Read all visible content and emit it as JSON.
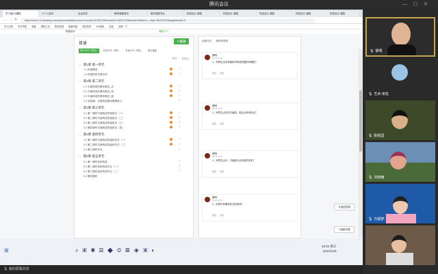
{
  "window": {
    "title": "腾讯会议"
  },
  "browser": {
    "tabs": [
      "学习通-MI课程",
      "0 个人空间",
      "后台任务",
      "教师课程首页",
      "教学课堂专业",
      "构成设计-课程",
      "构成设计-课程",
      "构成设计-课程",
      "构成设计-课程",
      "构成设计-课程"
    ],
    "url": "https://mooc1-1.chaoxing.com/mycourse/teachercourse?moocId=227637428courseid=218037128clazzid=818&enc=...&cpi=181375127&pageHeader=0",
    "bookmarks": [
      "学习记录",
      "学术导航",
      "超星",
      "课程工具",
      "教师发展",
      "超星网盘",
      "网站导航",
      "360搜索",
      "百度",
      "百度一下"
    ]
  },
  "page": {
    "header_left": "构成设计",
    "header_right": "课程门户"
  },
  "directory": {
    "title": "目录",
    "edit_label": "编辑",
    "tabs": [
      "导入2019（学生）",
      "平台2019（学生...",
      "平台2019（学生...",
      "默认班级"
    ],
    "col_headers": [
      "章节",
      "任务点"
    ],
    "units": [
      {
        "title": "第1章 第一单元",
        "sections": [
          "1.1  构成概述",
          "1.2  构成的形式美法则"
        ]
      },
      {
        "title": "第2章 第二单元",
        "sections": [
          "2.1  平面构成的基本概念_点",
          "2.2  平面构成的基本概念_线",
          "2.3  平面构成的基本概念_面",
          "2.4  实验课：平面构成基本要素练习"
        ]
      },
      {
        "title": "第3章 第三单元",
        "sections": [
          "3.1  第一课时平面构成的造型法（一）",
          "3.2  第二课时平面构成的造型法（二）",
          "3.3  第三课时平面构成的造型法（三）",
          "3.4  第四课时平面构成的造型法（四）"
        ]
      },
      {
        "title": "第4章 第四单元",
        "sections": [
          "4.1  第一课时平面构成的组织形式（一）",
          "4.2  第二课时平面构成的组织形式（二）",
          "4.3  第三课时作业"
        ]
      },
      {
        "title": "第5章 第五单元",
        "sections": [
          "5.1  第一课时色彩构成",
          "5.2  第二课时色彩构成作业（一）",
          "5.3  第三课时色彩构成作业（二）",
          "5.4  第四课时"
        ]
      }
    ]
  },
  "discussion": {
    "tabs": [
      "全部讨论",
      "按时间排序"
    ],
    "posts": [
      {
        "name": "黎明",
        "date": "06-18 13:00",
        "text": "1、列举生活中常被称作构成的图形有哪些？",
        "actions": "回复  点赞"
      },
      {
        "name": "黎明",
        "date": "06-18 13:00",
        "text": "2、列举生活中的平面感，相比点有何特点？",
        "actions": "回复  点赞"
      },
      {
        "name": "黎明",
        "date": "06-18 13:00",
        "text": "3、列举生活中，平面感与点构成的关系？",
        "actions": "回复  点赞"
      },
      {
        "name": "黎明",
        "date": "06-18 13:00",
        "text": "4、列举中有哪些形式的构成？",
        "actions": "回复  点赞"
      }
    ],
    "side_buttons": [
      "返回顶部",
      "刷新列表"
    ]
  },
  "taskbar": {
    "time": "16:34 周三",
    "date": "2022/11/9"
  },
  "share_bar": "我的屏幕共享",
  "participants": [
    {
      "name": "黎明"
    },
    {
      "name": "艺术-宋虹"
    },
    {
      "name": "陈柏园"
    },
    {
      "name": "刘晓楠"
    },
    {
      "name": "方娟梦"
    },
    {
      "name": ""
    }
  ]
}
